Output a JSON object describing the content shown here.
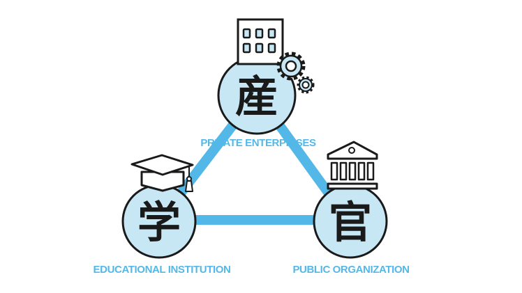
{
  "colors": {
    "line": "#53b8e8",
    "circle_fill": "#c8e7f5",
    "stroke": "#1a1a1a",
    "label": "#53b8e8"
  },
  "nodes": {
    "top": {
      "kanji": "産",
      "label": "PRIVATE ENTERPRISES",
      "icon": "office-building-with-gears-icon"
    },
    "left": {
      "kanji": "学",
      "label": "EDUCATIONAL INSTITUTION",
      "icon": "graduation-cap-icon"
    },
    "right": {
      "kanji": "官",
      "label": "PUBLIC ORGANIZATION",
      "icon": "government-building-icon"
    }
  }
}
